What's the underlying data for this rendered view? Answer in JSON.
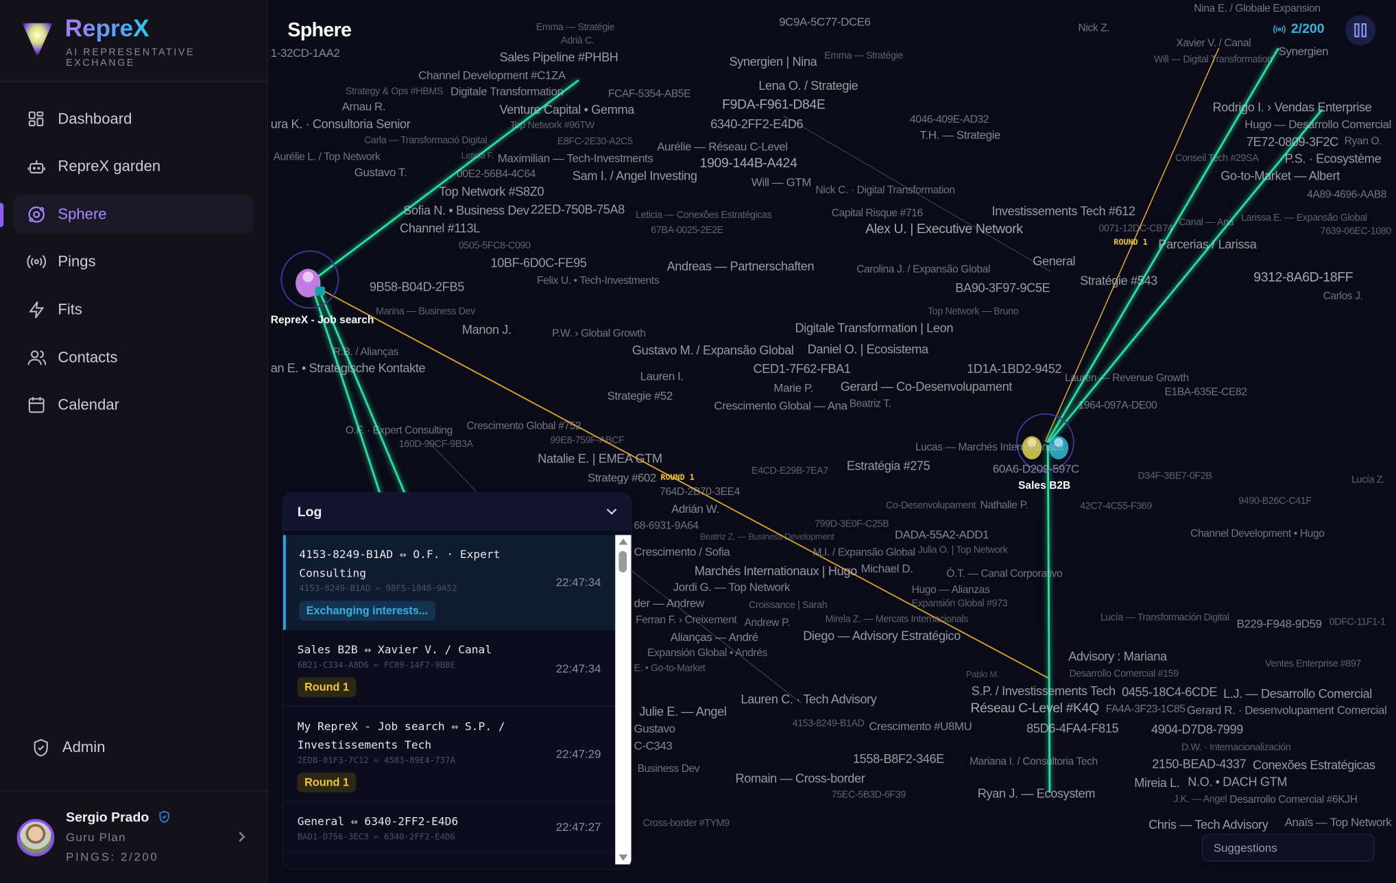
{
  "app": {
    "name": "RepreX",
    "tagline": "AI REPRESENTATIVE EXCHANGE"
  },
  "sidebar": {
    "items": [
      {
        "label": "Dashboard",
        "icon": "grid-icon"
      },
      {
        "label": "RepreX garden",
        "icon": "robot-icon"
      },
      {
        "label": "Sphere",
        "icon": "orbit-icon",
        "active": true
      },
      {
        "label": "Pings",
        "icon": "broadcast-icon"
      },
      {
        "label": "Fits",
        "icon": "bolt-icon"
      },
      {
        "label": "Contacts",
        "icon": "users-icon"
      },
      {
        "label": "Calendar",
        "icon": "calendar-icon"
      }
    ],
    "admin": "Admin",
    "user": {
      "name": "Sergio Prado",
      "plan": "Guru Plan",
      "pings": "PINGS: 2/200"
    }
  },
  "header": {
    "title": "Sphere",
    "pings": "2/200"
  },
  "colors": {
    "accent": "#8f5cf6",
    "cyan": "#2bb8dc",
    "edge_green": "#27e0a0",
    "edge_yellow": "#d9a91f"
  },
  "sphere": {
    "nodes": [
      {
        "label": "RepreX - Job search"
      },
      {
        "label": "Sales B2B"
      }
    ],
    "round_labels": [
      "ROUND 1",
      "ROUND 1"
    ],
    "labels": [
      "Emma — Stratégie",
      "Adrià C.",
      "Sales Pipeline #PHBH",
      "9C9A-5C77-DCE6",
      "Nick Z.",
      "Nina E. / Globale Expansion",
      "Channel Development #C1ZA",
      "Synergien | Nina",
      "Emma — Stratégie",
      "Xavier V. / Canal",
      "Will — Digital Transformation",
      "Synergien",
      "Strategy & Ops #HBMS",
      "Digitale Transformation",
      "Venture Capital • Gemma",
      "FCAF-5354-AB5E",
      "Lena O. / Strategie",
      "F9DA-F961-D84E",
      "6340-2FF2-E4D6",
      "Arnau R.",
      "ura K. · Consultoria Senior",
      "Carla — Transformació Digital",
      "Top Network #96TW",
      "4046-409E-AD32",
      "T.H. — Strategie",
      "Rodrigo I. › Vendas Enterprise",
      "Hugo — Desarrollo Comercial",
      "7E72-0809-3F2C",
      "P.S. · Ecosystème",
      "Ryan O.",
      "Aurélie L. / Top Network",
      "E8FC-2E30-A2C5",
      "Maximilian — Tech-Investments",
      "Aurélie — Réseau C-Level",
      "1909-144B-A424",
      "Leticia F.",
      "Go-to-Market — Albert",
      "4A89-4696-AAB8",
      "Gustavo T.",
      "00E2-56B4-4C64",
      "Sam I. / Angel Investing",
      "Will — GTM",
      "Conseil Tech #29SA",
      "Top Network #S8Z0",
      "Nick C. · Digital Transformation",
      "Sofia N. • Business Dev",
      "Channel #113L",
      "22ED-750B-75A8",
      "Leticia — Conexões Estratégicas",
      "Capital Risque #716",
      "Alex U. | Executive Network",
      "Investissements Tech #612",
      "0071-12DC-CB74",
      "Canal — Ana",
      "Parcerias / Larissa",
      "Larissa E. — Expansão Global",
      "7639-06EC-1080",
      "67BA-0025-2E2E",
      "0505-5FC8-C090",
      "10BF-6D0C-FE95",
      "Andreas — Partnerschaften",
      "Felix U. • Tech-Investments",
      "Carolina J. / Expansão Global",
      "General",
      "BA90-3F97-9C5E",
      "Stratégie #543",
      "9312-8A6D-18FF",
      "Carlos J.",
      "9B58-B04D-2FB5",
      "Marina — Business Dev",
      "Top Network — Bruno",
      "Digitale Transformation | Leon",
      "Manon J.",
      "P.W. › Global Growth",
      "R.B. / Alianças",
      "Gustavo M. / Expansão Global",
      "CED1-7F62-FBA1",
      "an E. • Strategische Kontakte",
      "Daniel O. | Ecosistema",
      "Marie P.",
      "Lauren I.",
      "Crescimento Global — Ana",
      "Gerard — Co-Desenvolupament",
      "1D1A-1BD2-9452",
      "Lauren — Revenue Growth",
      "E1BA-635E-CE82",
      "Strategie #52",
      "Beatriz T.",
      "1964-097A-DE00",
      "O.F. · Expert Consulting",
      "Crescimento Global #752",
      "160D-99CF-9B3A",
      "99E8-759F-ABCF",
      "Lucas — Marchés Internationaux",
      "Natalie E. | EMEA GTM",
      "Estratégia #275",
      "Strategy #602",
      "E4CD-E29B-7EA7",
      "60A6-D209-597C",
      "D34F-3BE7-0F2B",
      "Lucía Z.",
      "764D-2B70-3EE4",
      "Adrián W.",
      "Co-Desenvolupament",
      "Nathalie P.",
      "42C7-4C55-F369",
      "9490-B26C-C41F",
      "68-6931-9A64",
      "799D-3E0F-C25B",
      "Channel Development • Hugo",
      "Beatriz Z. — Business Development",
      "DADA-55A2-ADD1",
      "Julia O. | Top Network",
      "Crescimento / Sofia",
      "M.I. / Expansão Global",
      "Marchés Internationaux | Hugo",
      "Jordi G. — Top Network",
      "Michael D.",
      "Ó.T. — Canal Corporativo",
      "Hugo — Alianzas",
      "Croissance | Sarah",
      "der — Andrew",
      "Ferran F. › Creixement",
      "Alianças — André",
      "Expansión Global #973",
      "Andrew P.",
      "Mirela Z. — Mercats Internacionals",
      "Lucía — Transformación Digital",
      "B229-F948-9D59",
      "0DFC-11F1-1",
      "Diego — Advisory Estratégico",
      "Expansión Global • Andrés",
      "E. • Go-to-Market",
      "Advisory : Mariana",
      "Desarrollo Comercial #159",
      "Ventes Enterprise #897",
      "S.P. / Investissements Tech",
      "Pablo M.",
      "Réseau C-Level #K4Q",
      "0455-18C4-6CDE",
      "FA4A-3F23-1C85",
      "Lauren C. · Tech Advisory",
      "Gerard R. · Desenvolupament Comercial",
      "L.J. — Desarrollo Comercial",
      "Julie E. — Angel",
      "Gustavo",
      "85D6-4FA4-F815",
      "4904-D7D8-7999",
      "C-C343",
      "4153-8249-B1AD",
      "Crescimento #U8MU",
      "D.W. · Internacionalización",
      "1558-B8F2-346E",
      "Mariana I. / Consultoria Tech",
      "2150-BEAD-4337",
      "Conexões Estratégicas",
      "Business Dev",
      "Romain — Cross-border",
      "N.O. • DACH GTM",
      "Mireia L.",
      "75EC-5B3D-6F39",
      "J.K. — Angel",
      "Desarrollo Comercial #6KJH",
      "Ryan J. — Ecosystem",
      "Cross-border #TYM9",
      "Anaïs — Top Network",
      "Chris — Tech Advisory",
      "1-32CD-1AA2"
    ]
  },
  "log": {
    "title": "Log",
    "entries": [
      {
        "title": "4153-8249-B1AD ⇔ O.F. · Expert Consulting",
        "sub": "4153-8249-B1AD ⇔ 98F5-1048-9A52",
        "time": "22:47:34",
        "badge": "Exchanging interests..."
      },
      {
        "title": "Sales B2B ⇔ Xavier V. / Canal",
        "sub": "6B21-C334-A8D6 ⇔ FC89-14F7-9BBE",
        "time": "22:47:34",
        "badge": "Round 1"
      },
      {
        "title": "My RepreX - Job search ⇔ S.P. / Investissements Tech",
        "sub": "2EDB-01F3-7C12 ⇔ 4583-89E4-737A",
        "time": "22:47:29",
        "badge": "Round 1"
      },
      {
        "title": "General ⇔ 6340-2FF2-E4D6",
        "sub": "BAD1-D756-3EC3 ⇔ 6340-2FF2-E4D6",
        "time": "22:47:27"
      }
    ]
  },
  "suggestions": {
    "placeholder": "Suggestions"
  }
}
